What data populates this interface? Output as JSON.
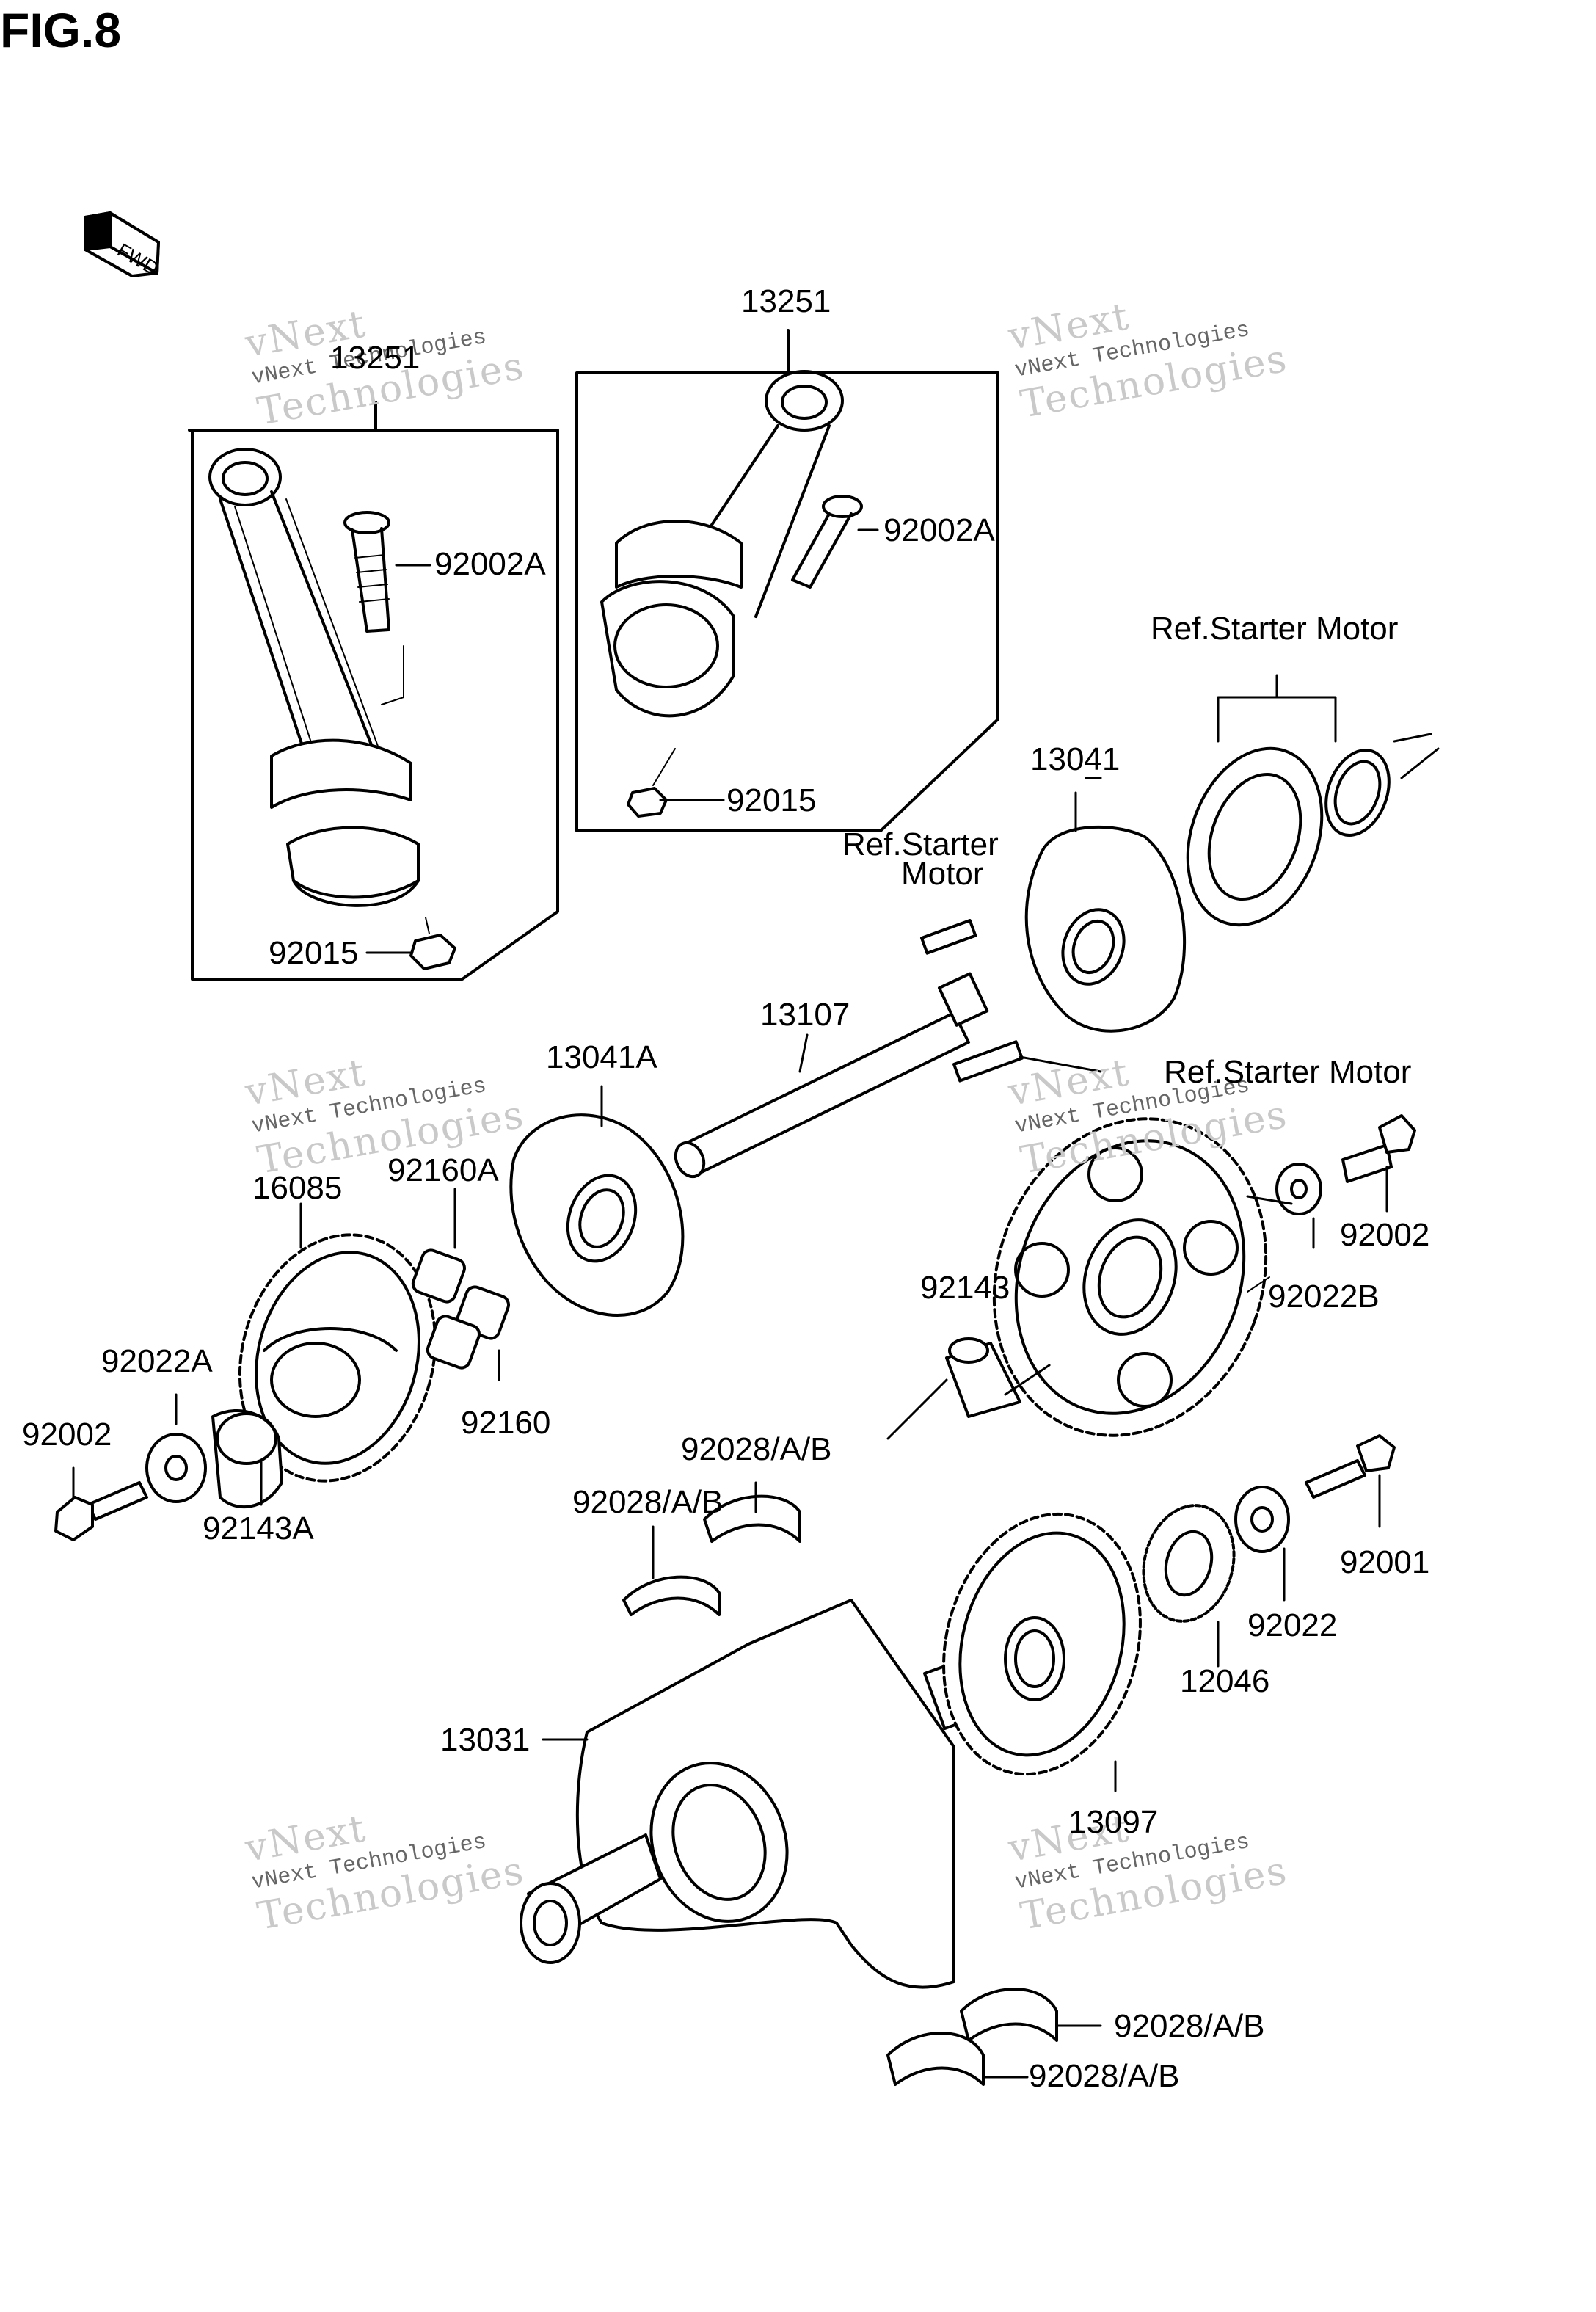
{
  "figure_title": "FIG.8",
  "fwd_label": "FWD",
  "watermark": {
    "line1": "vNext Technologies",
    "line2": "vNext",
    "line3": "Technologies"
  },
  "parts": [
    {
      "id": "p-13251-left",
      "label": "13251"
    },
    {
      "id": "p-13251-right",
      "label": "13251"
    },
    {
      "id": "p-92002a-left",
      "label": "92002A"
    },
    {
      "id": "p-92002a-right",
      "label": "92002A"
    },
    {
      "id": "p-92015-left",
      "label": "92015"
    },
    {
      "id": "p-92015-right",
      "label": "92015"
    },
    {
      "id": "p-ref-starter-top",
      "label": "Ref.Starter Motor"
    },
    {
      "id": "p-13041",
      "label": "13041"
    },
    {
      "id": "p-ref-starter-mid1",
      "label": "Ref.Starter"
    },
    {
      "id": "p-ref-starter-mid2",
      "label": "Motor"
    },
    {
      "id": "p-13107",
      "label": "13107"
    },
    {
      "id": "p-13041a",
      "label": "13041A"
    },
    {
      "id": "p-ref-starter-right",
      "label": "Ref.Starter Motor"
    },
    {
      "id": "p-16085",
      "label": "16085"
    },
    {
      "id": "p-92160a",
      "label": "92160A"
    },
    {
      "id": "p-92002-right",
      "label": "92002"
    },
    {
      "id": "p-92022b",
      "label": "92022B"
    },
    {
      "id": "p-92143",
      "label": "92143"
    },
    {
      "id": "p-92160",
      "label": "92160"
    },
    {
      "id": "p-92022a",
      "label": "92022A"
    },
    {
      "id": "p-92002-left",
      "label": "92002"
    },
    {
      "id": "p-92143a",
      "label": "92143A"
    },
    {
      "id": "p-92028-1",
      "label": "92028/A/B"
    },
    {
      "id": "p-92028-2",
      "label": "92028/A/B"
    },
    {
      "id": "p-92001",
      "label": "92001"
    },
    {
      "id": "p-92022",
      "label": "92022"
    },
    {
      "id": "p-12046",
      "label": "12046"
    },
    {
      "id": "p-13031",
      "label": "13031"
    },
    {
      "id": "p-13097",
      "label": "13097"
    },
    {
      "id": "p-92028-3",
      "label": "92028/A/B"
    },
    {
      "id": "p-92028-4",
      "label": "92028/A/B"
    }
  ]
}
